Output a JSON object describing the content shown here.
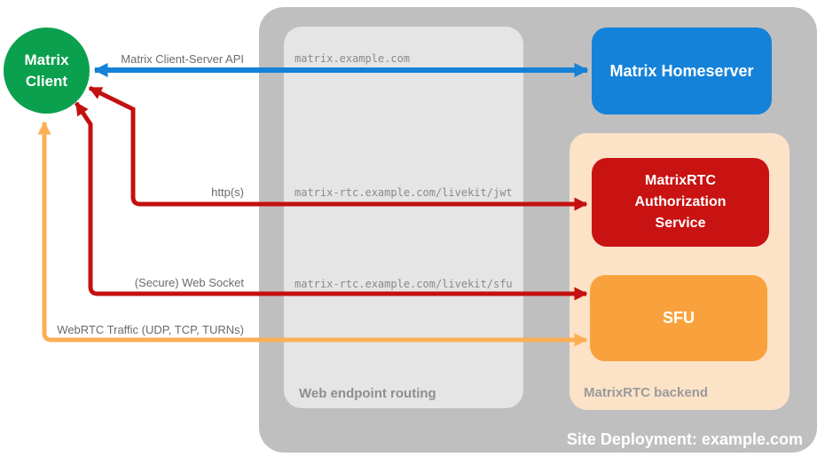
{
  "containers": {
    "site": {
      "label": "Site Deployment: example.com",
      "bg": "#bfbfbf",
      "label_color": "#ffffff"
    },
    "routing": {
      "label": "Web endpoint routing",
      "bg": "#e5e5e5",
      "label_color": "#8e8e8e"
    },
    "backend": {
      "label": "MatrixRTC backend",
      "bg": "#fce3c8",
      "label_color": "#9a9a9a"
    }
  },
  "nodes": {
    "client": {
      "lines": [
        "Matrix",
        "Client"
      ],
      "bg": "#0aa04e",
      "text_color": "#ffffff"
    },
    "homeserver": {
      "label": "Matrix Homeserver",
      "bg": "#1482d9",
      "text_color": "#ffffff"
    },
    "auth_service": {
      "lines": [
        "MatrixRTC",
        "Authorization",
        "Service"
      ],
      "bg": "#c91212",
      "text_color": "#ffffff"
    },
    "sfu": {
      "label": "SFU",
      "bg": "#f9a23d",
      "text_color": "#ffffff"
    }
  },
  "endpoints": [
    "matrix.example.com",
    "matrix-rtc.example.com/livekit/jwt",
    "matrix-rtc.example.com/livekit/sfu"
  ],
  "edges": [
    {
      "label": "Matrix Client-Server API",
      "color": "#1482d9",
      "bidirectional": true
    },
    {
      "label": "http(s)",
      "color": "#c41010",
      "bidirectional": true
    },
    {
      "label": "(Secure) Web Socket",
      "color": "#c41010",
      "bidirectional": true
    },
    {
      "label": "WebRTC Traffic (UDP, TCP, TURNs)",
      "color": "#fbaf55",
      "bidirectional": true
    }
  ]
}
